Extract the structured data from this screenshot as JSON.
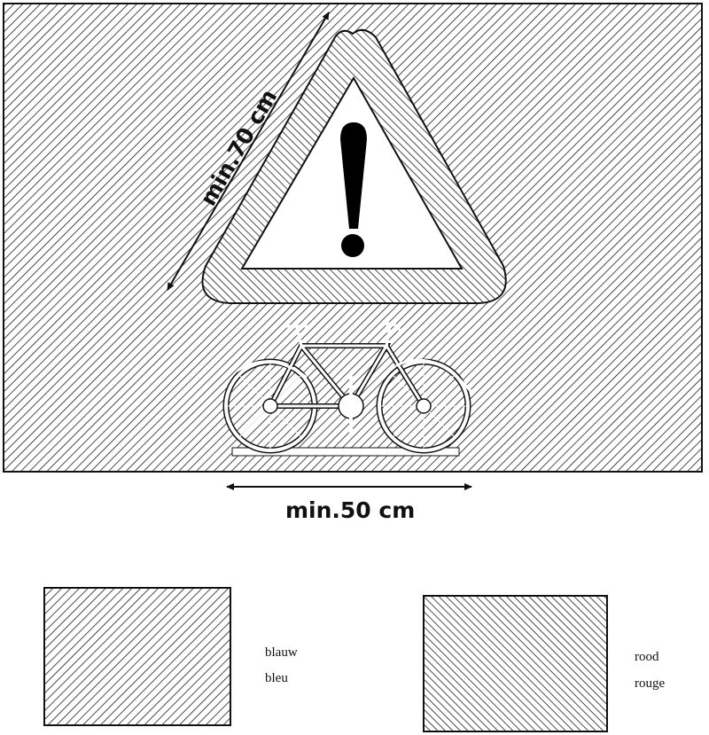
{
  "dimensions": {
    "diagonal_label": "min.70 cm",
    "width_label": "min.50 cm"
  },
  "legend": {
    "blue": {
      "line1": "blauw",
      "line2": "bleu",
      "color": "#1f3fa6"
    },
    "red": {
      "line1": "rood",
      "line2": "rouge",
      "color": "#c0262c"
    }
  },
  "icons": {
    "warning": "exclamation-triangle",
    "vehicle": "bicycle"
  }
}
